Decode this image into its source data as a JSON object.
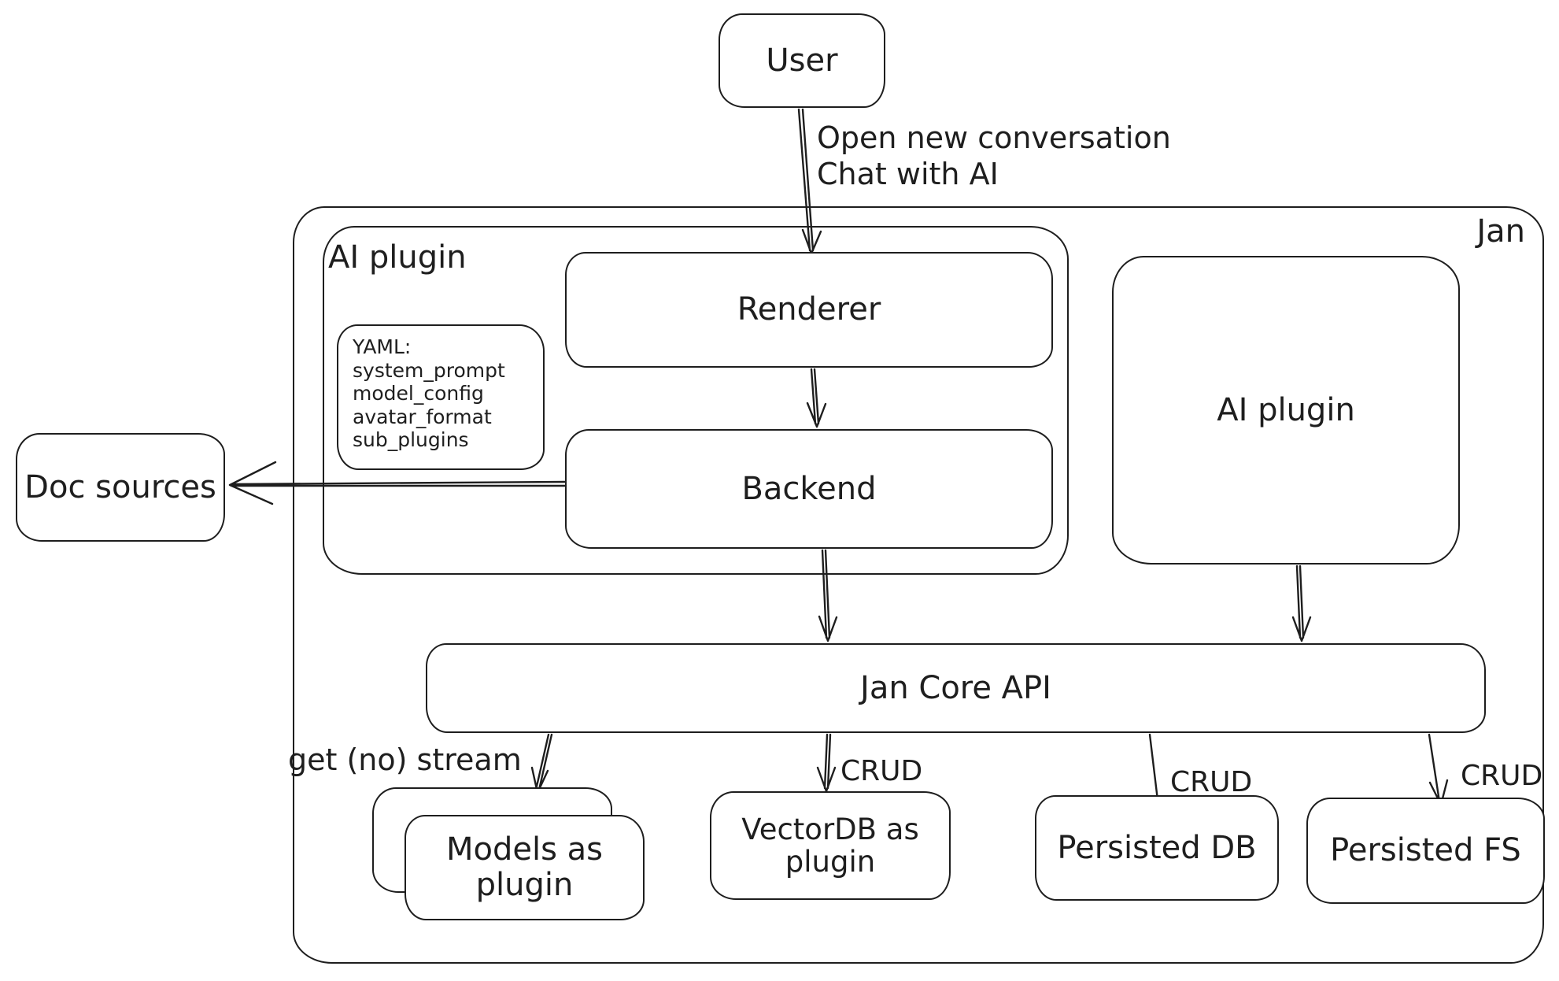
{
  "colors": {
    "stroke": "#1e1e1e",
    "background": "#ffffff"
  },
  "nodes": {
    "user": "User",
    "jan_container": "Jan",
    "ai_plugin_container": "AI plugin",
    "renderer": "Renderer",
    "backend": "Backend",
    "ai_plugin_right": "AI plugin",
    "doc_sources": "Doc sources",
    "jan_core_api": "Jan Core API",
    "models_as_plugin": "Models as\nplugin",
    "vectordb_as_plugin": "VectorDB as\nplugin",
    "persisted_db": "Persisted DB",
    "persisted_fs": "Persisted FS"
  },
  "note": {
    "lines": [
      "YAML:",
      "system_prompt",
      "model_config",
      "avatar_format",
      "sub_plugins"
    ]
  },
  "edge_labels": {
    "user_to_renderer": "Open new conversation\nChat with AI",
    "api_to_models": "get (no) stream",
    "api_to_vectordb": "CRUD",
    "api_to_persisted_db": "CRUD",
    "api_to_persisted_fs": "CRUD"
  }
}
